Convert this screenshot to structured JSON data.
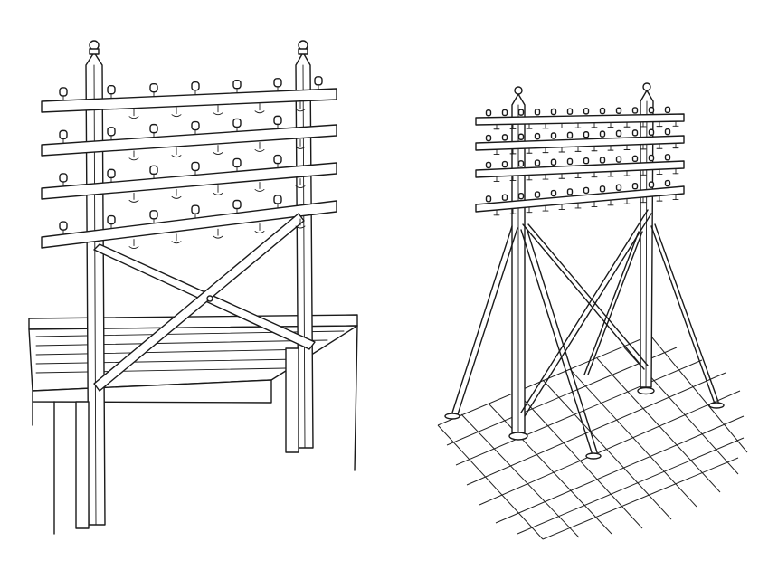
{
  "figure": {
    "left_illustration": {
      "subject": "telegraph-pole-double-frame-on-roof",
      "crossarms": 4,
      "insulators_per_arm": 7
    },
    "right_illustration": {
      "subject": "braced-double-pole-frame-on-ground",
      "crossarms": 4,
      "insulators_per_arm": 12
    },
    "colors": {
      "ink": "#1a1a1a",
      "background": "#ffffff"
    }
  }
}
